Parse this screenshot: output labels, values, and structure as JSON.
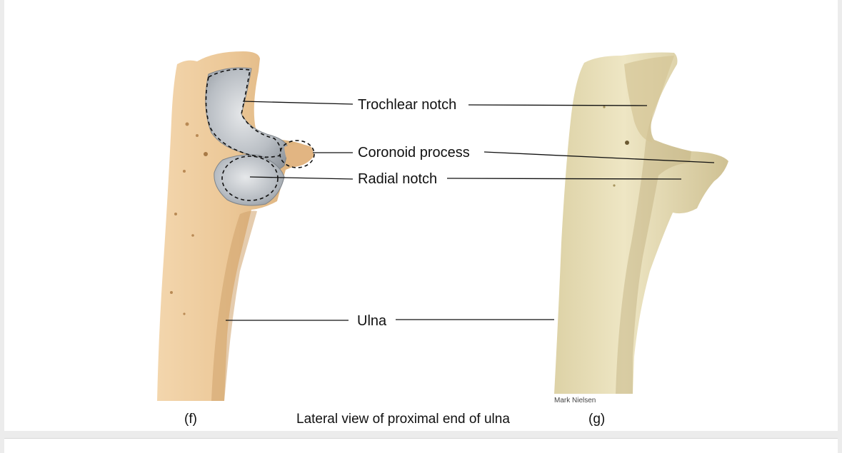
{
  "labels": {
    "trochlear_notch": "Trochlear notch",
    "coronoid_process": "Coronoid process",
    "radial_notch": "Radial notch",
    "ulna": "Ulna"
  },
  "credit": "Mark Nielsen",
  "captions": {
    "panel_f": "(f)",
    "title": "Lateral view of proximal end of ulna",
    "panel_g": "(g)"
  },
  "colors": {
    "illustrated_bone": "#ecc898",
    "articular_cartilage": "#b9bec4",
    "photo_bone": "#e7dcb4",
    "leader_line": "#111111"
  }
}
